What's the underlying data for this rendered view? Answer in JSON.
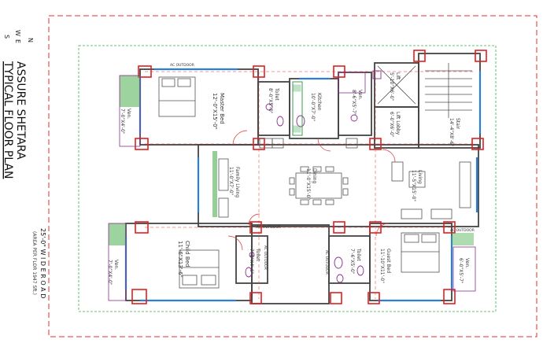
{
  "title": {
    "line1": "ASSURE SHETARA",
    "line2": "TYPICAL FLOOR PLAN"
  },
  "road": {
    "line1": "25'-0\" W I D E  R O A D",
    "line2": "(AREA PER FLOR 1947 Sft.)"
  },
  "compass": {
    "north": "N",
    "west": "W",
    "east": "E",
    "south": "S"
  },
  "rooms": {
    "master_bed": {
      "name": "Master Bed",
      "size": "12'-0\"X15'-0\""
    },
    "toilet_1": {
      "name": "Toilet",
      "size": "8'-0\"X5'-0\""
    },
    "kitchen": {
      "name": "Kitchen",
      "size": "10'-0\"X7'-0\""
    },
    "ven_1": {
      "name": "Ven.",
      "size": "8'-6\"X5'-7\""
    },
    "lift": {
      "name": "Lift",
      "size": "5'-10\"X6'-0\""
    },
    "lift_lobby": {
      "name": "Lift Lobby",
      "size": "6'-0\"X6'-0\""
    },
    "stair": {
      "name": "Stair",
      "size": "14'-4\"X8'-6\""
    },
    "ven_master": {
      "name": "Ven.",
      "size": "7'-0\"X4'-0\""
    },
    "family_living": {
      "name": "Family Living",
      "size": "11'-0\"X7'-0\""
    },
    "dining": {
      "name": "Dining",
      "size": "11'-0\"X15'-0\""
    },
    "living": {
      "name": "Living",
      "size": "11'-5\"X15'-0\""
    },
    "child_bed": {
      "name": "Child Bed",
      "size": "11'-6\"X13'-6\""
    },
    "toilet_2": {
      "name": "Toilet",
      "size": "7'-0\"X4'-6\""
    },
    "toilet_3": {
      "name": "Toilet",
      "size": "7'-6\"X5'-0\""
    },
    "guest_bed": {
      "name": "Guest Bed",
      "size": "11'-10\"X11'-0\""
    },
    "ven_child": {
      "name": "Ven.",
      "size": "7'-0\"X4'-0\""
    },
    "ven_guest": {
      "name": "Ven.",
      "size": "6'-0\"X5'-7\""
    }
  },
  "ac_labels": {
    "a1": "AC OUTDOOR",
    "a2": "AC OUTDOOR",
    "a3": "AC OUTDOOR",
    "a4": "AC OUTDOOR",
    "a5": "AC OUTDOOR"
  },
  "colors": {
    "wall": "#444444",
    "window": "#2b7fd6",
    "column": "#e02020",
    "boundary": "#e03030",
    "setback": "#3cb043",
    "fixture": "#8b2f8b",
    "balcony": "#3a9d4f",
    "furniture": "#555555"
  }
}
